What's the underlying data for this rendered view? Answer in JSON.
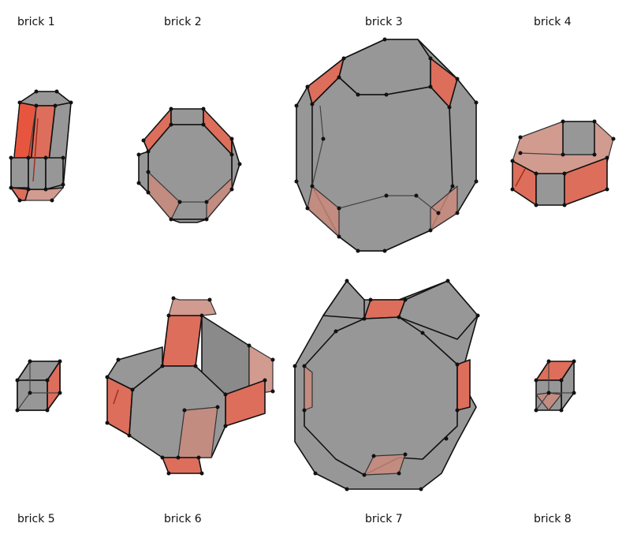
{
  "bricks": [
    {
      "label": "brick 1"
    },
    {
      "label": "brick 2"
    },
    {
      "label": "brick 3"
    },
    {
      "label": "brick 4"
    },
    {
      "label": "brick 5"
    },
    {
      "label": "brick 6"
    },
    {
      "label": "brick 7"
    },
    {
      "label": "brick 8"
    }
  ],
  "colors": {
    "face_gray": "#979797",
    "face_red": "#dd6e5c",
    "edge": "#111111"
  }
}
